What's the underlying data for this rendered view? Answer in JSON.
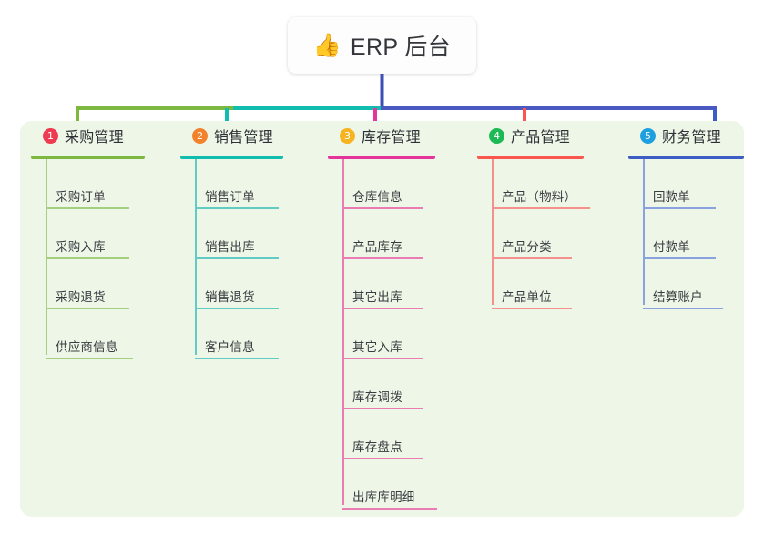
{
  "root": {
    "icon": "thumbs-up-icon",
    "emoji": "👍",
    "title": "ERP 后台"
  },
  "diagram": {
    "type": "mind-map",
    "orientation": "top-down",
    "panel_background": "#edf6e7",
    "branch_count": 5
  },
  "branches": [
    {
      "number": "1",
      "title": "采购管理",
      "badge_color": "#ee3b52",
      "line_color": "#7fb840",
      "leaf_color": "#a6ce7f",
      "items": [
        "采购订单",
        "采购入库",
        "采购退货",
        "供应商信息"
      ]
    },
    {
      "number": "2",
      "title": "销售管理",
      "badge_color": "#f3822c",
      "line_color": "#10bdae",
      "leaf_color": "#62ccc4",
      "items": [
        "销售订单",
        "销售出库",
        "销售退货",
        "客户信息"
      ]
    },
    {
      "number": "3",
      "title": "库存管理",
      "badge_color": "#f7b320",
      "line_color": "#e5359b",
      "leaf_color": "#ea7cb4",
      "items": [
        "仓库信息",
        "产品库存",
        "其它出库",
        "其它入库",
        "库存调拨",
        "库存盘点",
        "出库库明细"
      ]
    },
    {
      "number": "4",
      "title": "产品管理",
      "badge_color": "#1db954",
      "line_color": "#f9564f",
      "leaf_color": "#f5918c",
      "items": [
        "产品（物料）",
        "产品分类",
        "产品单位"
      ]
    },
    {
      "number": "5",
      "title": "财务管理",
      "badge_color": "#1e9fe0",
      "line_color": "#3d5cc4",
      "leaf_color": "#8aa3e0",
      "items": [
        "回款单",
        "付款单",
        "结算账户"
      ]
    }
  ],
  "connectors": {
    "trunk_color": "#3d4fb5",
    "segment_green": "#7fb840",
    "segment_teal": "#10bdae",
    "segment_blue": "#4a58c2"
  }
}
